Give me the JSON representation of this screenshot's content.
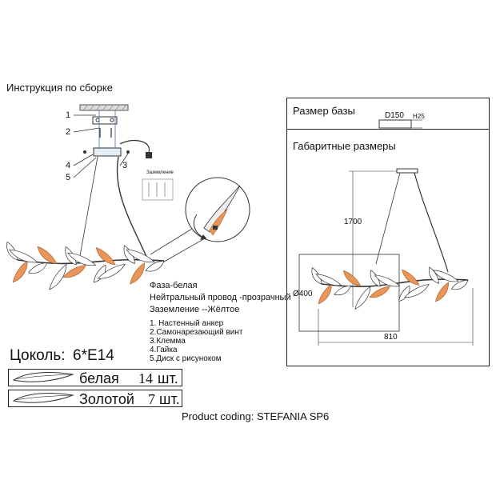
{
  "left": {
    "title": "Инструкция по сборке",
    "callouts": [
      "1",
      "2",
      "3",
      "4",
      "5"
    ],
    "grounding_label": "Заземление",
    "wiring": {
      "phase": "Фаза-белая",
      "neutral": "Нейтральный провод -прозрачный",
      "ground": "Заземление --Жёлтое"
    },
    "parts": [
      "1. Настенный анкер",
      "2.Самонарезающий винт",
      "3.Клемма",
      "4.Гайка",
      "5.Диск с рисунокoм"
    ],
    "socket": {
      "label": "Цоколь:",
      "value": "6*E14"
    },
    "legend": [
      {
        "name": "белая",
        "qty": "14",
        "unit": "шт."
      },
      {
        "name": "Золотой",
        "qty": "7",
        "unit": "шт."
      }
    ]
  },
  "right": {
    "base_title": "Размер базы",
    "base_d": "D150",
    "base_h": "H25",
    "overall_title": "Габаритные размеры",
    "height": "1700",
    "diameter": "Ø400",
    "width": "810"
  },
  "footer": {
    "product_coding": "Product coding: STEFANIA SP6"
  },
  "colors": {
    "glass": "#e8955a",
    "glass_light": "#f5c9a0",
    "metal": "#333333"
  }
}
